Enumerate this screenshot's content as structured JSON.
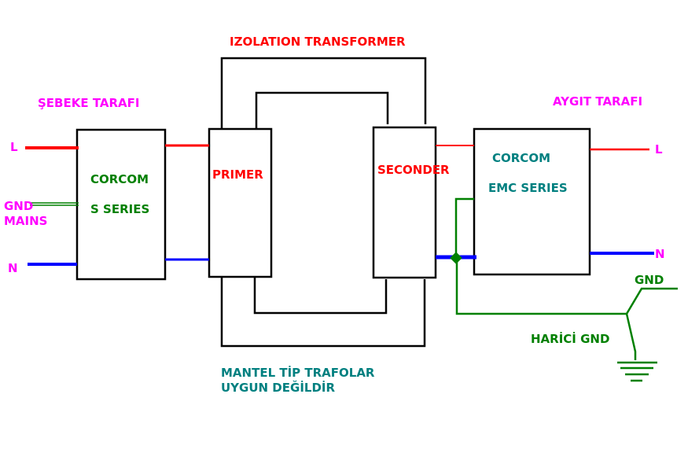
{
  "title": "IZOLATION TRANSFORMER",
  "left_side": {
    "heading": "ŞEBEKE TARAFI",
    "line_l": "L",
    "gnd_line1": "GND",
    "gnd_line2": "MAINS",
    "line_n": "N"
  },
  "filter_left": {
    "line1": "CORCOM",
    "line2": "S SERIES"
  },
  "transformer": {
    "primary": "PRIMER",
    "secondary": "SECONDER"
  },
  "filter_right": {
    "line1": "CORCOM",
    "line2": "EMC SERIES"
  },
  "right_side": {
    "heading": "AYGIT TARAFI",
    "line_l": "L",
    "line_n": "N",
    "gnd": "GND"
  },
  "harici_gnd": "HARİCİ GND",
  "note": {
    "line1": "MANTEL TİP TRAFOLAR",
    "line2": "UYGUN DEĞİLDİR"
  },
  "colors": {
    "live": "#ff0000",
    "neutral": "#0000ff",
    "ground": "#008000",
    "label_magenta": "#ff00ff",
    "label_red": "#ff0000",
    "label_green": "#008000",
    "label_teal": "#008080",
    "outline": "#000000"
  }
}
